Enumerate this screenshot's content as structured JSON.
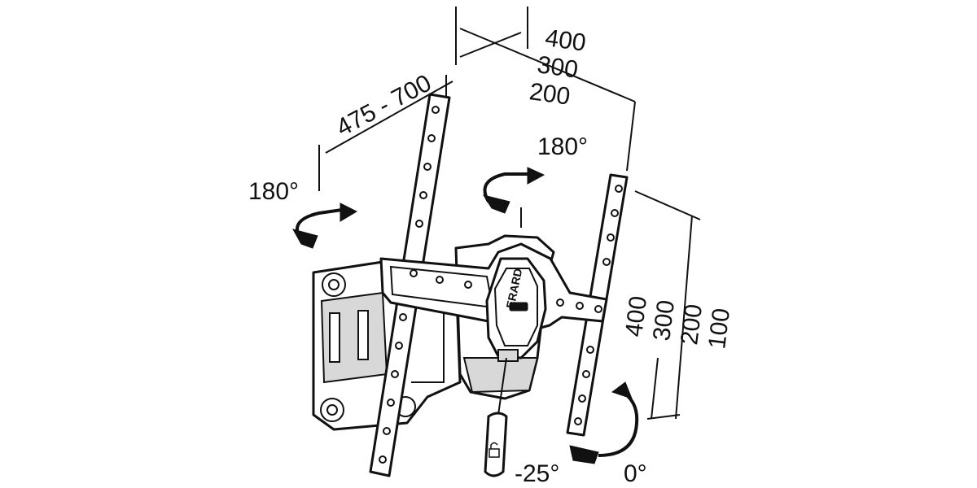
{
  "dimensions": {
    "width_range": "475 - 700",
    "top_sizes": [
      "400",
      "300",
      "200"
    ],
    "side_sizes": [
      "400",
      "300",
      "200",
      "100"
    ]
  },
  "rotations": {
    "left_swivel": "180°",
    "center_swivel": "180°",
    "tilt_min": "-25°",
    "tilt_max": "0°"
  },
  "brand": {
    "logo_text": "ERARD"
  },
  "icons": [
    "rotation-arrow-icon",
    "tilt-arrow-icon",
    "lock-icon"
  ]
}
